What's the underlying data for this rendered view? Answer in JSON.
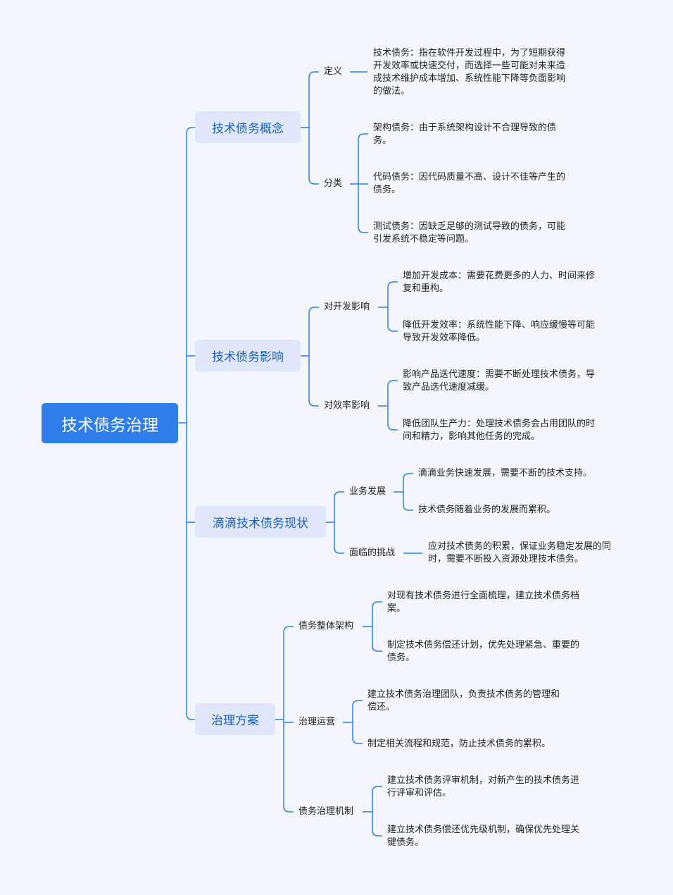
{
  "root": {
    "label": "技术债务治理"
  },
  "branches": [
    {
      "label": "技术债务概念",
      "children": [
        {
          "label": "定义",
          "leaves": [
            "技术债务：指在软件开发过程中，为了短期获得开发效率或快速交付，而选择一些可能对未来造成技术维护成本增加、系统性能下降等负面影响的做法。"
          ]
        },
        {
          "label": "分类",
          "leaves": [
            "架构债务：由于系统架构设计不合理导致的债务。",
            "代码债务：因代码质量不高、设计不佳等产生的债务。",
            "测试债务：因缺乏足够的测试导致的债务，可能引发系统不稳定等问题。"
          ]
        }
      ]
    },
    {
      "label": "技术债务影响",
      "children": [
        {
          "label": "对开发影响",
          "leaves": [
            "增加开发成本：需要花费更多的人力、时间来修复和重构。",
            "降低开发效率：系统性能下降、响应缓慢等可能导致开发效率降低。"
          ]
        },
        {
          "label": "对效率影响",
          "leaves": [
            "影响产品迭代速度：需要不断处理技术债务，导致产品迭代速度减缓。",
            "降低团队生产力：处理技术债务会占用团队的时间和精力，影响其他任务的完成。"
          ]
        }
      ]
    },
    {
      "label": "滴滴技术债务现状",
      "children": [
        {
          "label": "业务发展",
          "leaves": [
            "滴滴业务快速发展，需要不断的技术支持。",
            "技术债务随着业务的发展而累积。"
          ]
        },
        {
          "label": "面临的挑战",
          "leaves": [
            "应对技术债务的积累，保证业务稳定发展的同时，需要不断投入资源处理技术债务。"
          ]
        }
      ]
    },
    {
      "label": "治理方案",
      "children": [
        {
          "label": "债务整体架构",
          "leaves": [
            "对现有技术债务进行全面梳理，建立技术债务档案。",
            "制定技术债务偿还计划，优先处理紧急、重要的债务。"
          ]
        },
        {
          "label": "治理运营",
          "leaves": [
            "建立技术债务治理团队，负责技术债务的管理和偿还。",
            "制定相关流程和规范，防止技术债务的累积。"
          ]
        },
        {
          "label": "债务治理机制",
          "leaves": [
            "建立技术债务评审机制，对新产生的技术债务进行评审和评估。",
            "建立技术债务偿还优先级机制，确保优先处理关键债务。"
          ]
        }
      ]
    }
  ],
  "colors": {
    "root": "#2f7de8",
    "branch_bg": "#dee8fa",
    "branch_text": "#1f5fb8",
    "line": "#2f7de8",
    "background": "#f4f6fd"
  }
}
